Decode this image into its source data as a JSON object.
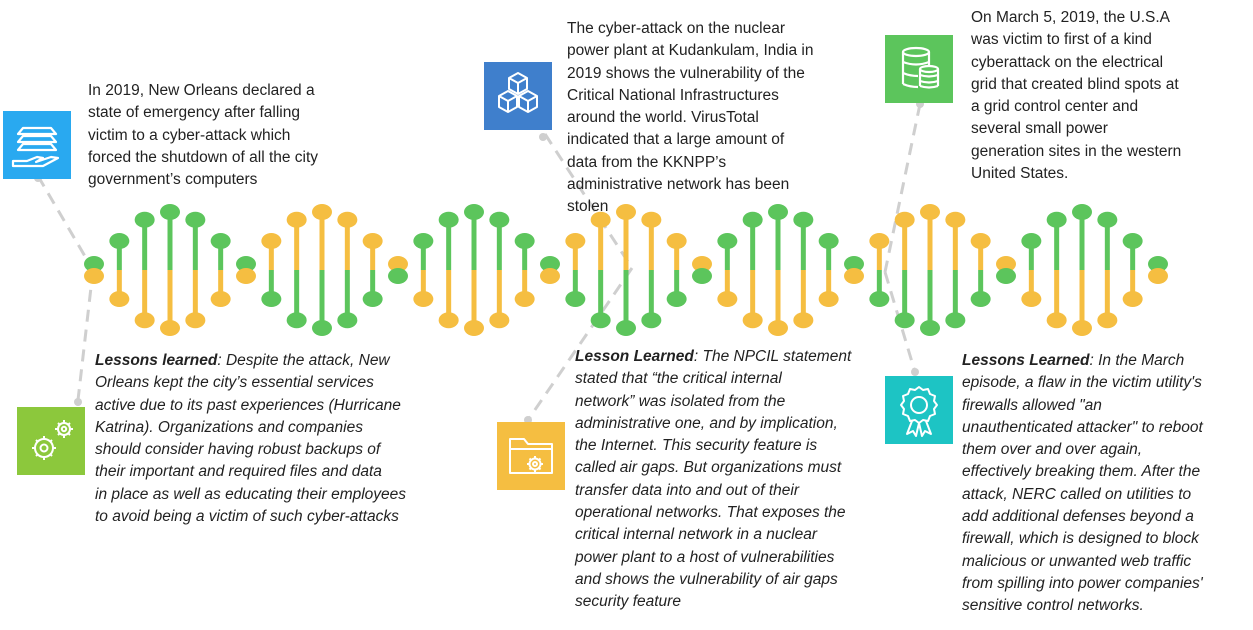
{
  "colors": {
    "green": "#5cc55c",
    "orange": "#f5be41",
    "connector": "#cfcfcf",
    "icon_blue_light": "#29a9f0",
    "icon_green_lime": "#8cc83c",
    "icon_blue_dark": "#3f7fcc",
    "icon_orange": "#f5be41",
    "icon_green": "#5cc55c",
    "icon_teal": "#1dc4c4"
  },
  "events": [
    {
      "text": "In 2019, New Orleans declared a\nstate of emergency after falling\nvictim to a cyber-attack which\nforced the shutdown of all the city\ngovernment’s computers",
      "icon": "server-hand-icon"
    },
    {
      "text": "The cyber-attack on the nuclear\npower plant at Kudankulam, India in\n2019  shows the vulnerability of the\nCritical National Infrastructures\naround the world. VirusTotal\nindicated that a large amount of\ndata from the KKNPP’s\nadministrative network has been\nstolen",
      "icon": "cubes-icon"
    },
    {
      "text": "On March 5, 2019, the U.S.A\nwas victim to first of a kind\ncyberattack on the electrical\ngrid that created blind spots at\na grid control center and\nseveral small power\ngeneration sites in the western\nUnited States.",
      "icon": "database-icon"
    }
  ],
  "lessons": [
    {
      "label": "Lessons learned",
      "text": ": Despite the attack, New\nOrleans kept the city’s essential services\nactive due to its past experiences (Hurricane\nKatrina). Organizations and companies\nshould consider having robust backups of\ntheir important and required files and data\nin place as well as educating their employees\nto avoid being a victim of such cyber-attacks",
      "icon": "gears-icon"
    },
    {
      "label": "Lesson Learned",
      "text": ": The NPCIL statement\nstated that “the critical internal\nnetwork” was isolated from the\nadministrative one, and by implication,\nthe Internet. This security feature is\ncalled air gaps. But organizations must\ntransfer data into and out of their\noperational networks. That exposes the\ncritical internal network in a nuclear\npower plant to a host of vulnerabilities\nand shows the vulnerability of air gaps\nsecurity feature",
      "icon": "folder-gear-icon"
    },
    {
      "label": "Lessons Learned",
      "text": ": In the March\nepisode, a flaw in the victim utility's\nfirewalls allowed \"an\nunauthenticated attacker\" to reboot\nthem over and over again,\neffectively breaking them. After the\nattack, NERC called on utilities  to\nadd additional defenses beyond a\nfirewall, which is designed to block\nmalicious or unwanted web traffic\nfrom spilling into power companies'\nsensitive control networks.",
      "icon": "award-ribbon-icon"
    }
  ]
}
